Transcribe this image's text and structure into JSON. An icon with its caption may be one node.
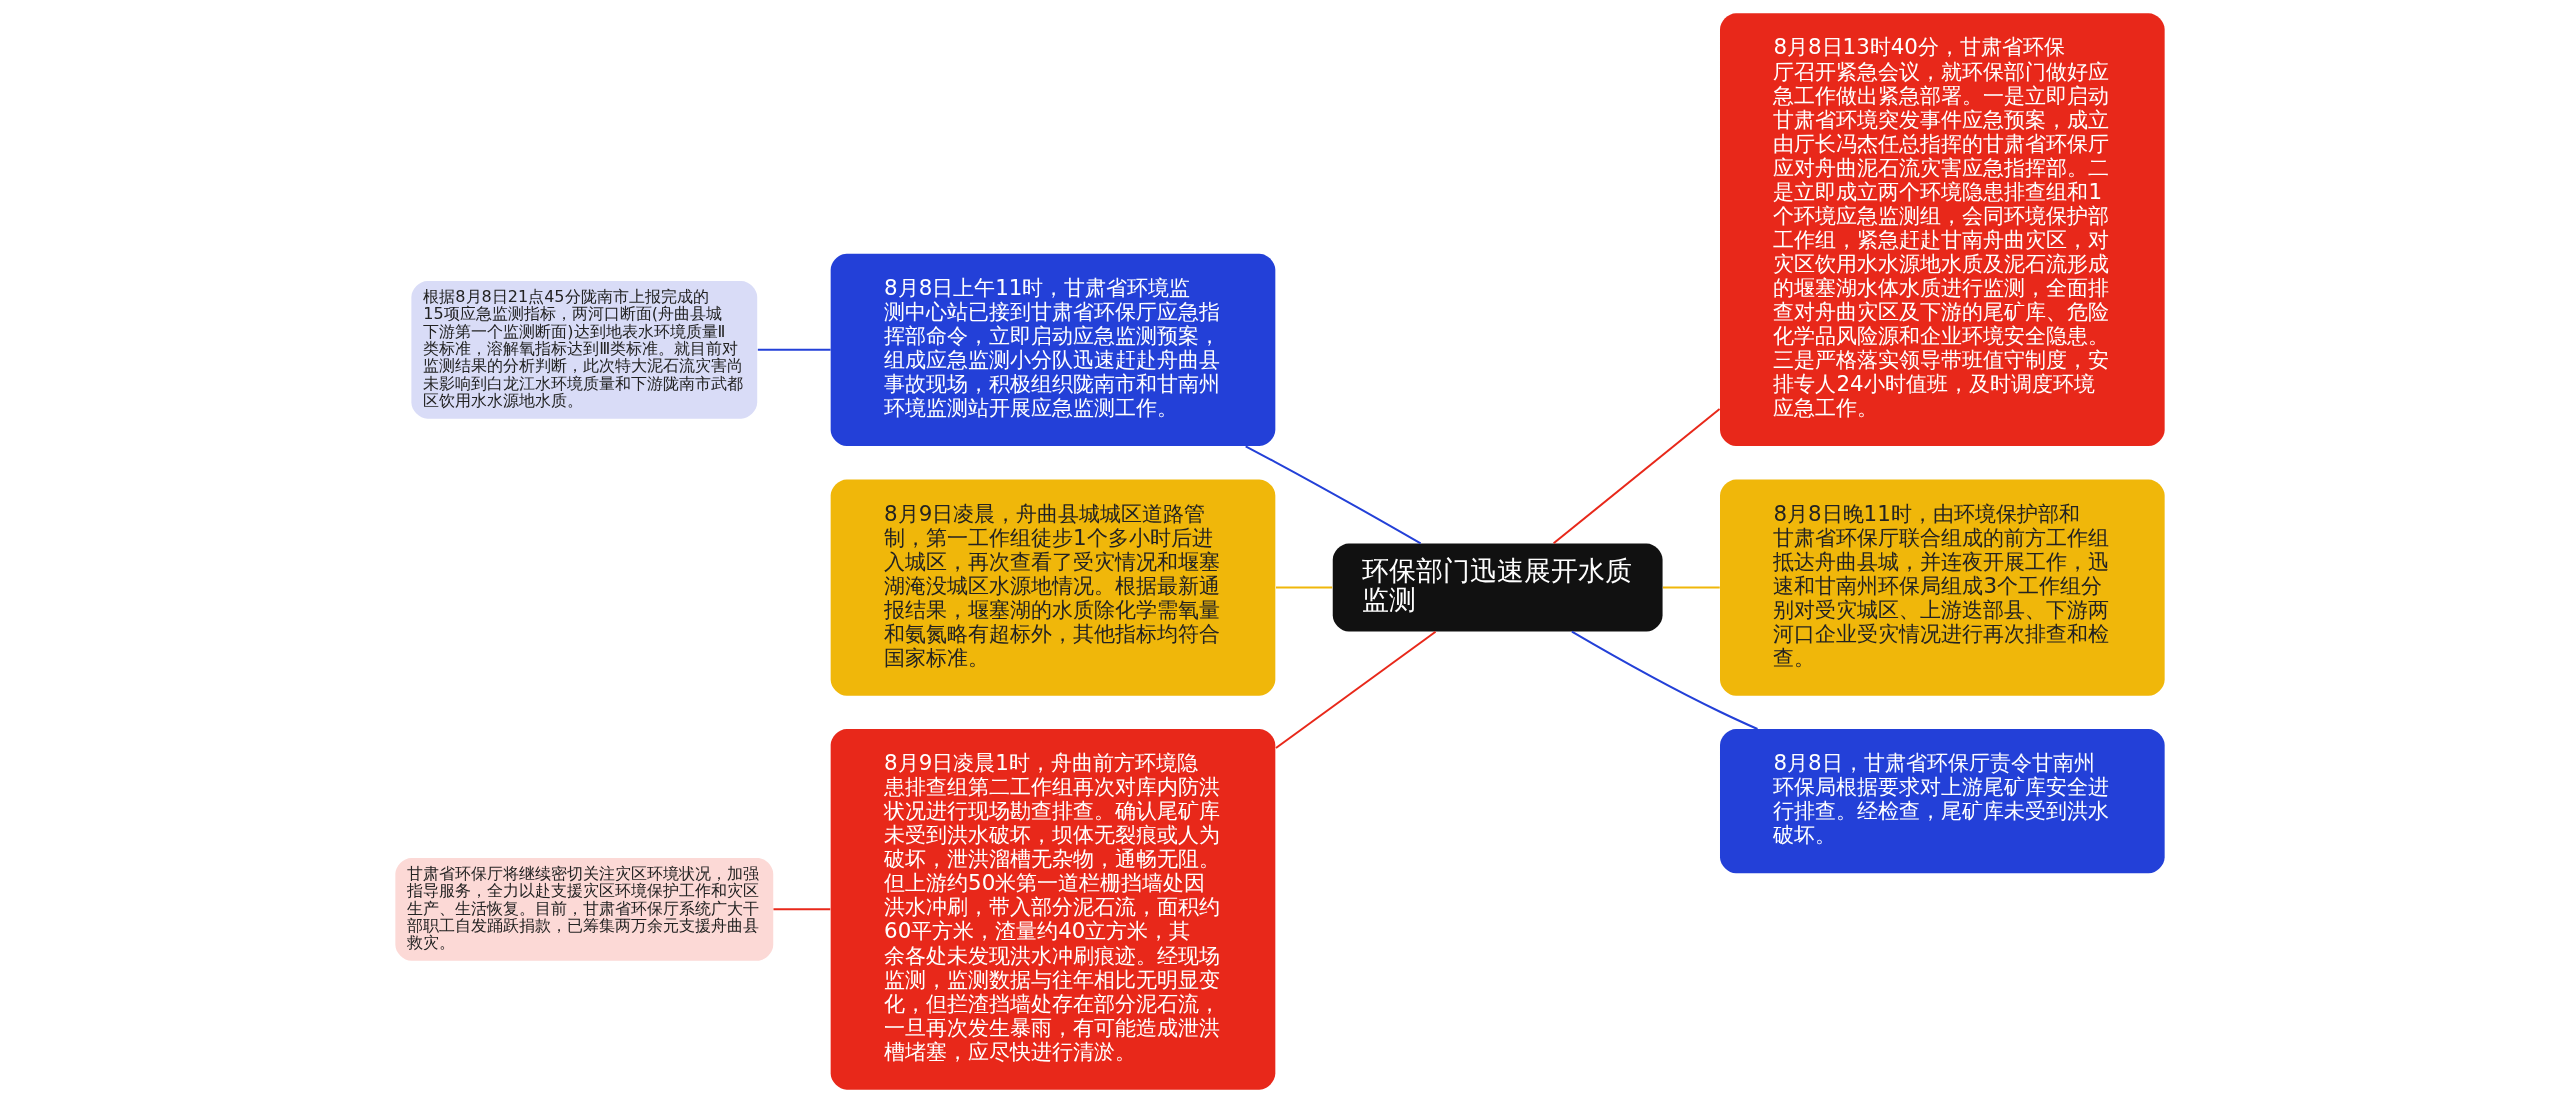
{
  "diagram": {
    "nodes": [
      {
        "text": [
          "环保部门迅速展开水质监测"
        ]
      },
      {
        "text": [
          "8月8日上午11时，甘肃省环境监测中心站已接到甘肃省环保厅应急指挥部命令，立即启动应急监测预案，组成应急监测小分队迅速赶赴舟曲县事故现场，积极组织陇南市和甘南州环境监测站开展应急监测工作。"
        ]
      },
      {
        "text": [
          "根据8月8日21点45分陇南市上报完成的15项应急监测指标，两河口断面(舟曲县城下游第一个监测断面)达到地表水环境质量Ⅱ类标准，溶解氧指标达到Ⅲ类标准。就目前对监测结果的分析判断，此次特大泥石流灾害尚未影响到白龙江水环境质量和下游陇南市武都区饮用水水源地水质。"
        ]
      },
      {
        "text": [
          "8月9日凌晨，舟曲县城城区道路管制，第一工作组徒步1个多小时后进入城区，再次查看了受灾情况和堰塞湖淹没城区水源地情况。根据最新通报结果，堰塞湖的水质除化学需氧量和氨氮略有超标外，其他指标均符合国家标准。"
        ]
      },
      {
        "text": [
          "8月9日凌晨1时，舟曲前方环境隐患排查组第二工作组再次对库内防洪状况进行现场勘查排查。确认尾矿库未受到洪水破坏，坝体无裂痕或人为破坏，泄洪溜槽无杂物，通畅无阻。但上游约50米第一道栏栅挡墙处因洪水冲刷，带入部分泥石流，面积约60平方米，渣量约40立方米，其余各处未发现洪水冲刷痕迹。经现场监测，监测数据与往年相比无明显变化，但拦渣挡墙处存在部分泥石流，一旦再次发生暴雨，有可能造成泄洪槽堵塞，应尽快进行清淤。"
        ]
      },
      {
        "text": [
          "甘肃省环保厅将继续密切关注灾区环境状况，加强指导服务，全力以赴支援灾区环境保护工作和灾区生产、生活恢复。目前，甘肃省环保厅系统广大干部职工自发踊跃捐款，已筹集两万余元支援舟曲县救灾。"
        ]
      },
      {
        "text": [
          "8月8日13时40分，甘肃省环保厅召开紧急会议，就环保部门做好应急工作做出紧急部署。一是立即启动甘肃省环境突发事件应急预案，成立由厅长冯杰任总指挥的甘肃省环保厅应对舟曲泥石流灾害应急指挥部。二是立即成立两个环境隐患排查组和1个环境应急监测组，会同环境保护部工作组，紧急赶赴甘南舟曲灾区，对灾区饮用水水源地水质及泥石流形成的堰塞湖水体水质进行监测，全面排查对舟曲灾区及下游的尾矿库、危险化学品风险源和企业环境安全隐患。三是严格落实领导带班值守制度，安排专人24小时值班，及时调度环境应急工作。"
        ]
      },
      {
        "text": [
          "8月8日晚11时，由环境保护部和甘肃省环保厅联合组成的前方工作组抵达舟曲县城，并连夜开展工作，迅速和甘南州环保局组成3个工作组分别对受灾城区、上游迭部县、下游两河口企业受灾情况进行再次排查和检查。"
        ]
      },
      {
        "text": [
          "8月8日，甘肃省环保厅责令甘南州环保局根据要求对上游尾矿库安全进行排查。经检查，尾矿库未受到洪水破坏。"
        ]
      }
    ],
    "edges": [
      {
        "from": 0,
        "to": 1,
        "arrow": "none",
        "color": "#2340d8"
      },
      {
        "from": 1,
        "to": 2,
        "arrow": "none",
        "color": "#2340d8"
      },
      {
        "from": 0,
        "to": 3,
        "arrow": "none",
        "color": "#f0b70a"
      },
      {
        "from": 0,
        "to": 4,
        "arrow": "none",
        "color": "#e8281a"
      },
      {
        "from": 4,
        "to": 5,
        "arrow": "none",
        "color": "#e8281a"
      },
      {
        "from": 0,
        "to": 6,
        "arrow": "none",
        "color": "#e8281a"
      },
      {
        "from": 0,
        "to": 7,
        "arrow": "none",
        "color": "#f0b70a"
      },
      {
        "from": 0,
        "to": 8,
        "arrow": "none",
        "color": "#2340d8"
      }
    ]
  }
}
